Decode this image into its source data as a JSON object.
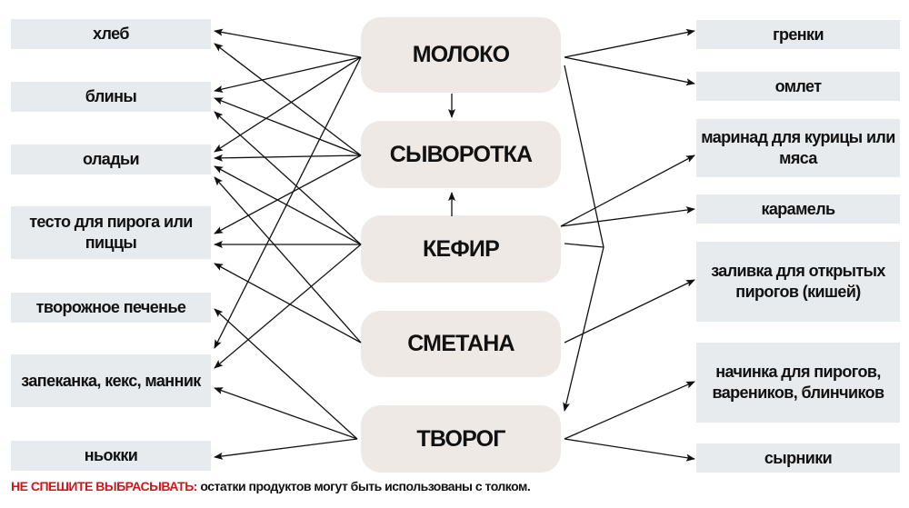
{
  "center": {
    "milk": "МОЛОКО",
    "whey": "СЫВОРОТКА",
    "kefir": "КЕФИР",
    "sour_cream": "СМЕТАНА",
    "cottage_cheese": "ТВОРОГ"
  },
  "left": {
    "bread": "хлеб",
    "pancakes": "блины",
    "fritters": "оладьи",
    "dough": "тесто для пирога или пиццы",
    "cookies": "творожное печенье",
    "casserole": "запеканка, кекс, манник",
    "gnocchi": "ньокки"
  },
  "right": {
    "croutons": "гренки",
    "omelet": "омлет",
    "marinade": "маринад для курицы или мяса",
    "caramel": "карамель",
    "quiche": "заливка для открытых пирогов (кишей)",
    "filling": "начинка для пирогов, вареников, блинчиков",
    "syrniki": "сырники"
  },
  "footer": {
    "warning": "НЕ СПЕШИТЕ ВЫБРАСЫВАТЬ:",
    "text": " остатки продуктов могут быть использованы с толком."
  },
  "colors": {
    "accent": "#d2151b",
    "side_box": "#e8ebee",
    "center_box": "#efe9e6"
  }
}
